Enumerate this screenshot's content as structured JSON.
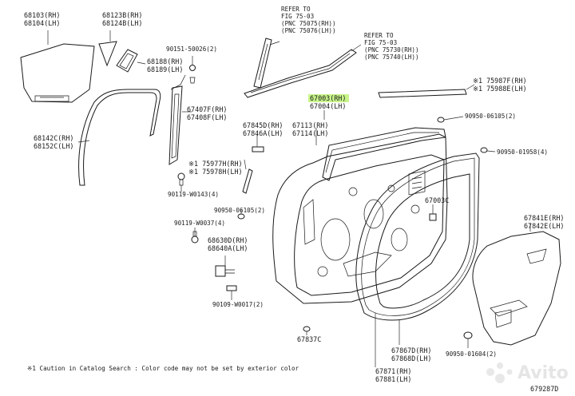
{
  "labels": {
    "p68103": "68103(RH)",
    "p68104": "68104(LH)",
    "p68123b": "68123B(RH)",
    "p68124b": "68124B(LH)",
    "p90151": "90151-50026(2)",
    "p68188": "68188(RH)",
    "p68189": "68189(LH)",
    "p67407f": "67407F(RH)",
    "p67408f": "67408F(LH)",
    "p68142c": "68142C(RH)",
    "p68152c": "68152C(LH)",
    "p90119_w0143": "90119-W0143(4)",
    "refer1_l1": "REFER TO",
    "refer1_l2": "FIG 75-03",
    "refer1_l3": "(PNC 75075(RH))",
    "refer1_l4": "(PNC 75076(LH))",
    "refer2_l1": "REFER TO",
    "refer2_l2": "FIG 75-03",
    "refer2_l3": "(PNC 75730(RH))",
    "refer2_l4": "(PNC 75740(LH))",
    "p75987f": "※1 75987F(RH)",
    "p75988e": "※1 75988E(LH)",
    "p67003_rh": "67003(RH)",
    "p67004_lh": "67004(LH)",
    "p90950_06105_top": "90950-06105(2)",
    "p67845d": "67845D(RH)",
    "p67846a": "67846A(LH)",
    "p67113": "67113(RH)",
    "p67114": "67114(LH)",
    "p90950_01958": "90950-01958(4)",
    "p75977h": "※1 75977H(RH)",
    "p75978h": "※1 75978H(LH)",
    "p90950_06105_mid": "90950-06105(2)",
    "p90119_w0037": "90119-W0037(4)",
    "p67003c": "67003C",
    "p68630d": "68630D(RH)",
    "p68640a": "68640A(LH)",
    "p67841e": "67841E(RH)",
    "p67842e": "67842E(LH)",
    "p90109_w0017": "90109-W0017(2)",
    "p67837c": "67837C",
    "p90950_01604": "90950-01604(2)",
    "p67867d": "67867D(RH)",
    "p67868d": "67868D(LH)",
    "p67871": "67871(RH)",
    "p67881": "67881(LH)"
  },
  "footer": {
    "caution": "※1 Caution in Catalog Search : Color code may not be set by exterior color",
    "figure_id": "679287D"
  },
  "watermark": {
    "text": "Avito"
  },
  "colors": {
    "highlight": "#c8f58a",
    "lines": "#1a1a1a"
  }
}
